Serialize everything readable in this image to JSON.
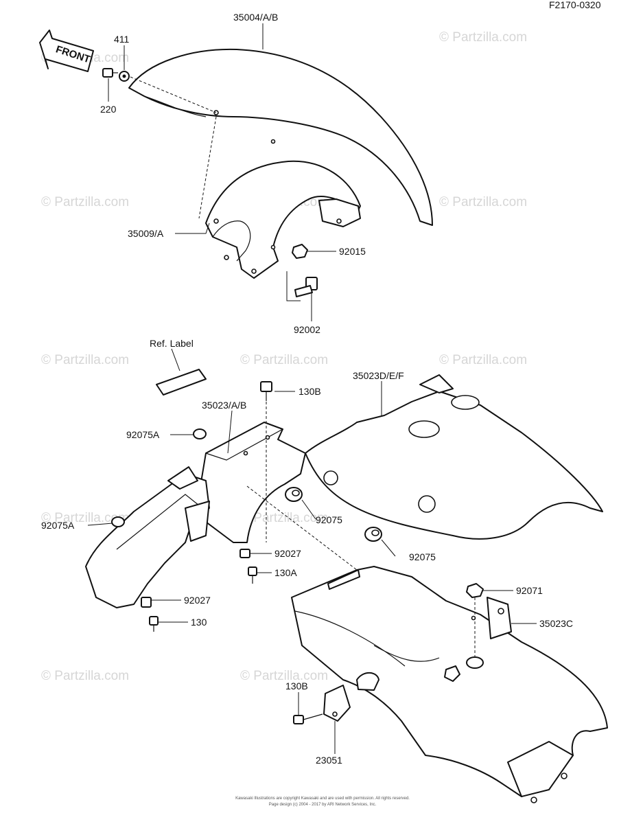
{
  "diagram_code": "F2170-0320",
  "arrow_label": "FRONT",
  "ref_label": "Ref. Label",
  "watermark": "© Partzilla.com",
  "copyright_line1": "Kawasaki Illustrations are copyright Kawasaki and are used with permission. All rights reserved.",
  "copyright_line2": "Page design (c) 2004 - 2017 by ARI Network Services, Inc.",
  "part_numbers": {
    "p35004": "35004/A/B",
    "p411": "411",
    "p220": "220",
    "p35009": "35009/A",
    "p92015": "92015",
    "p92002": "92002",
    "p130B_top": "130B",
    "p35023DEF": "35023D/E/F",
    "p35023AB": "35023/A/B",
    "p92075A_1": "92075A",
    "p92075A_2": "92075A",
    "p92075_1": "92075",
    "p92075_2": "92075",
    "p92027_1": "92027",
    "p130A": "130A",
    "p92027_2": "92027",
    "p130": "130",
    "p92071": "92071",
    "p35023C": "35023C",
    "p130B_bottom": "130B",
    "p23051": "23051"
  }
}
